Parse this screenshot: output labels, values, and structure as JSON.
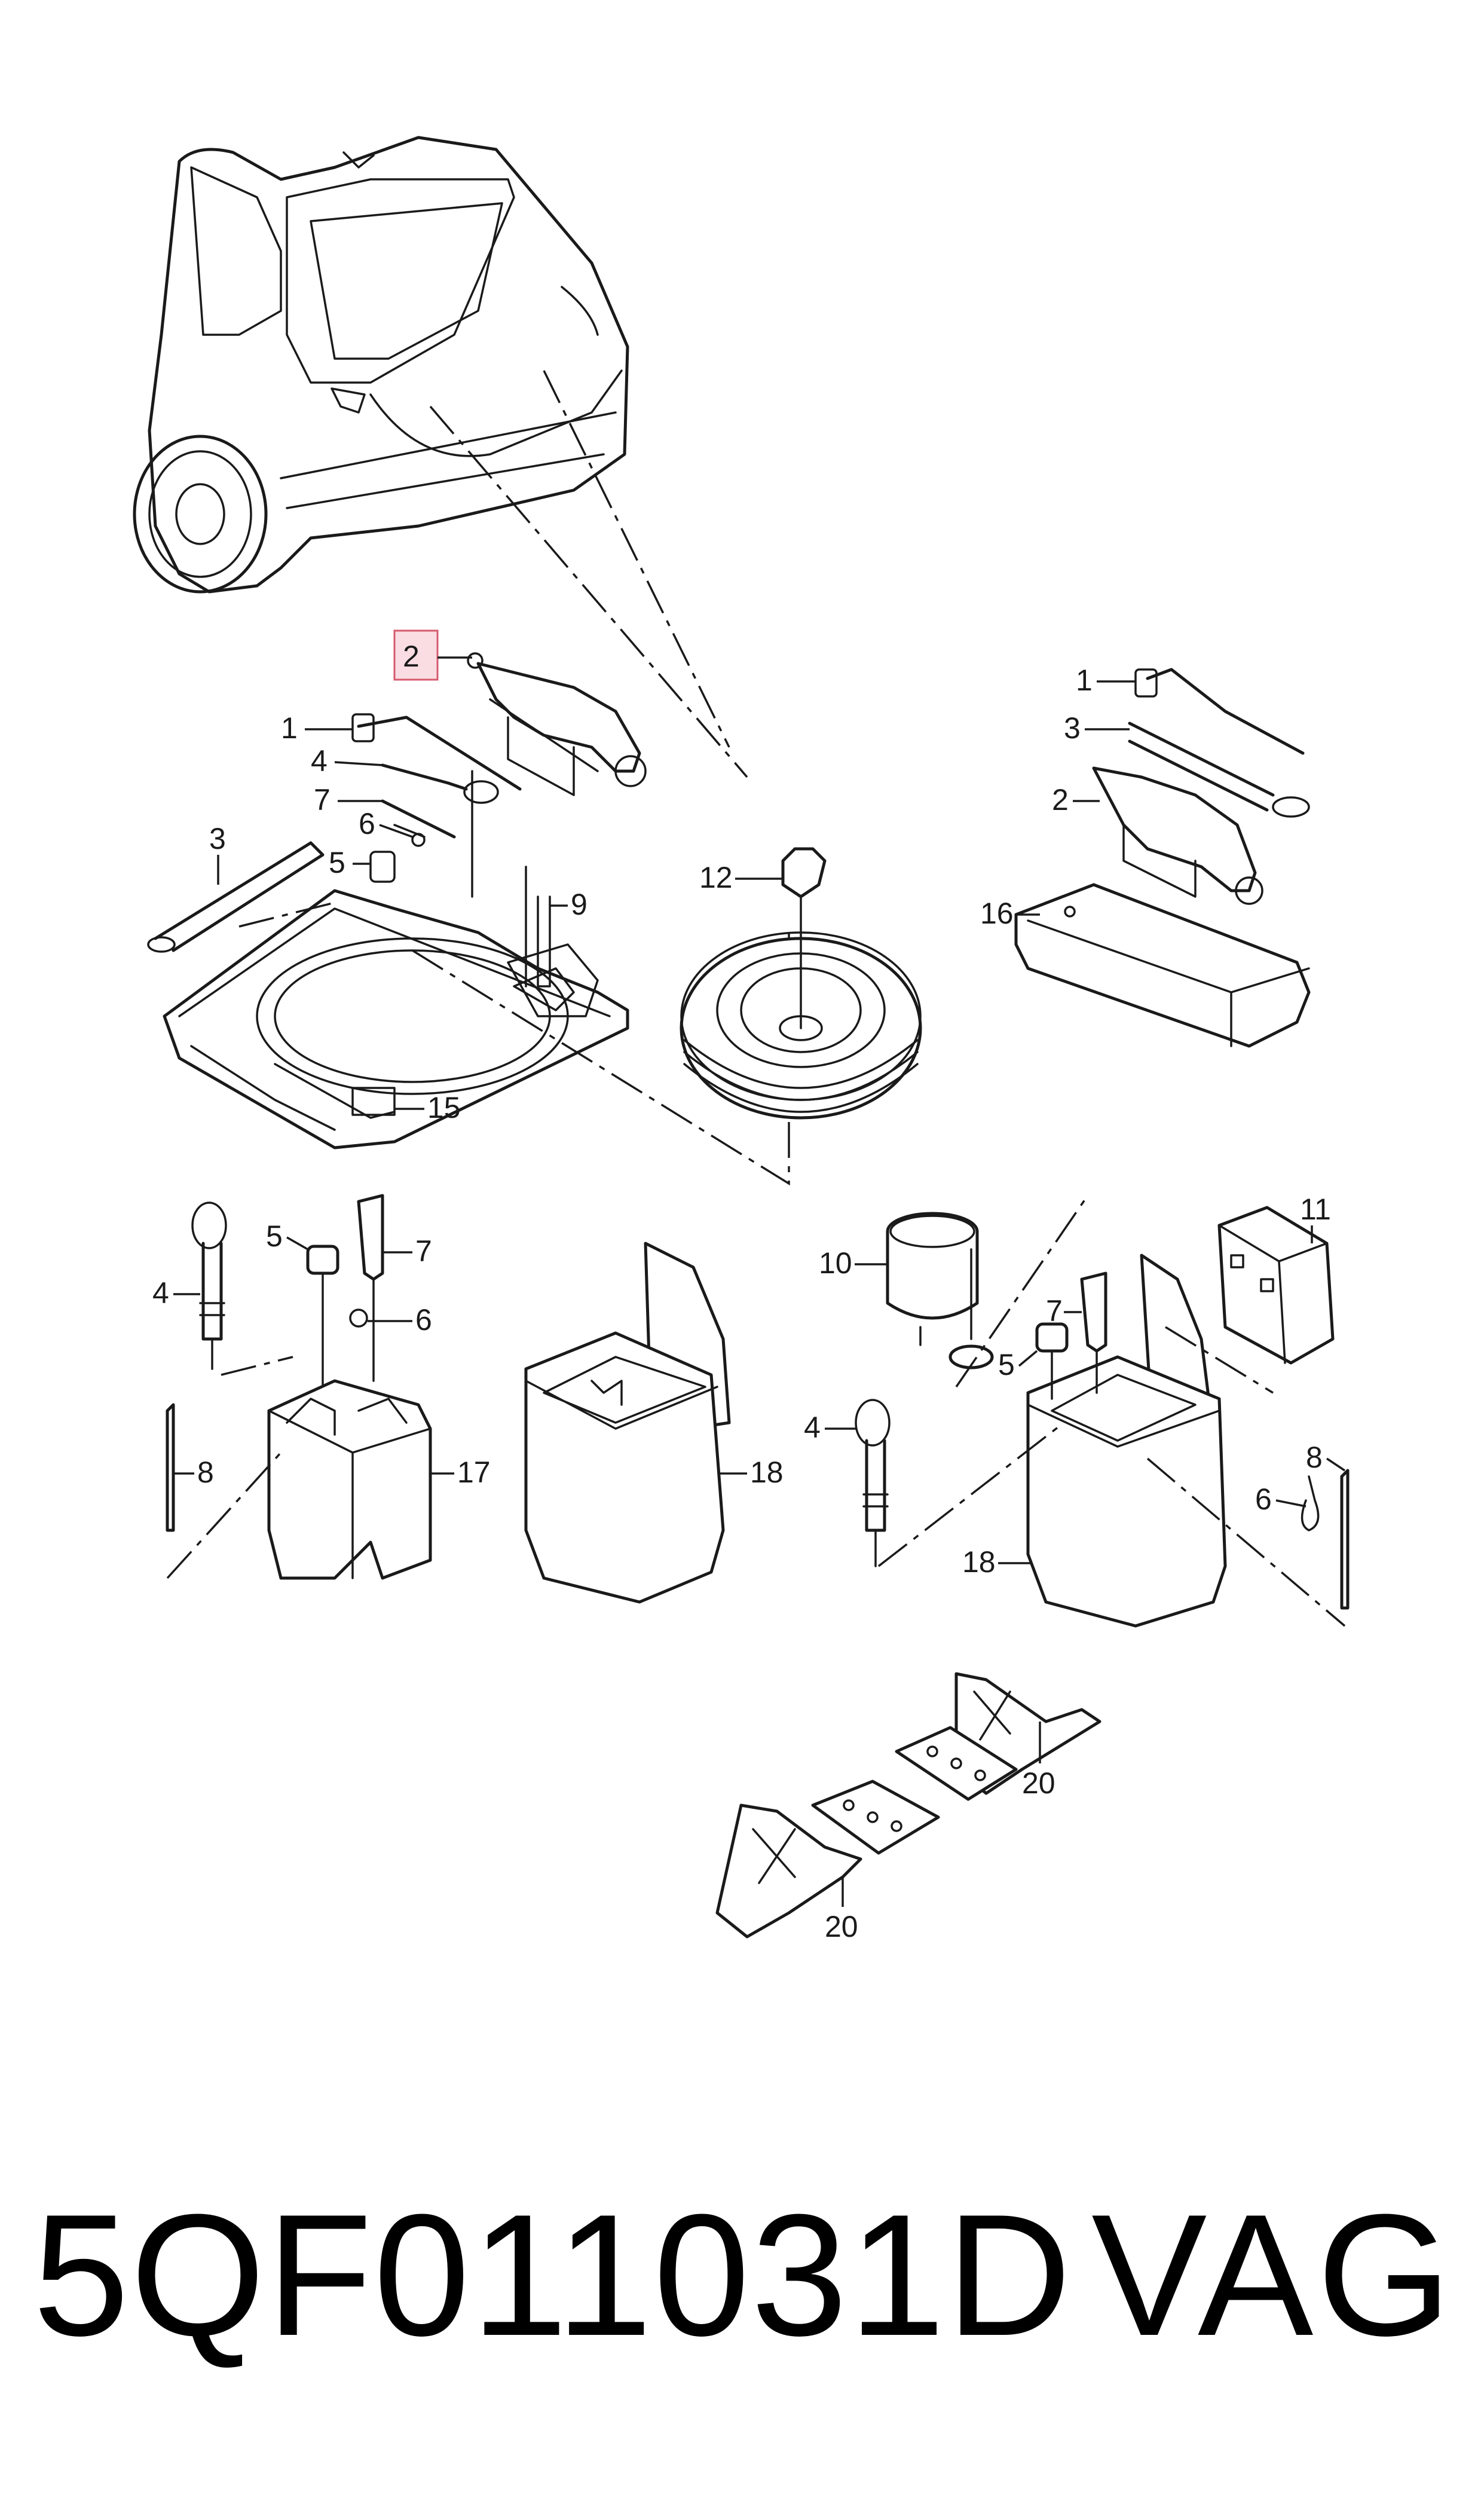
{
  "callouts": {
    "jack_highlighted": "2",
    "crank_top": "1",
    "wrench": "4",
    "bolt_small": "7",
    "clip": "6",
    "cap": "5",
    "handle": "3",
    "strap": "9",
    "tray": "15",
    "valve": "12",
    "crank_right": "1",
    "handle_right": "3",
    "jack_right": "2",
    "bag": "16",
    "lug_left": "4",
    "cap_left": "5",
    "bolt_left": "7",
    "clip_left": "6",
    "rod_left": "8",
    "holder_17": "17",
    "holder_18": "18",
    "compressor": "10",
    "box_11": "11",
    "lug_right": "4",
    "bolt_right": "7",
    "cap_right": "5",
    "rod_right": "8",
    "clip_right": "6",
    "holder_18_right": "18",
    "chock_upper": "20",
    "chock_lower": "20"
  },
  "footer": {
    "part_number": "5QF011031D",
    "brand": "VAG"
  }
}
